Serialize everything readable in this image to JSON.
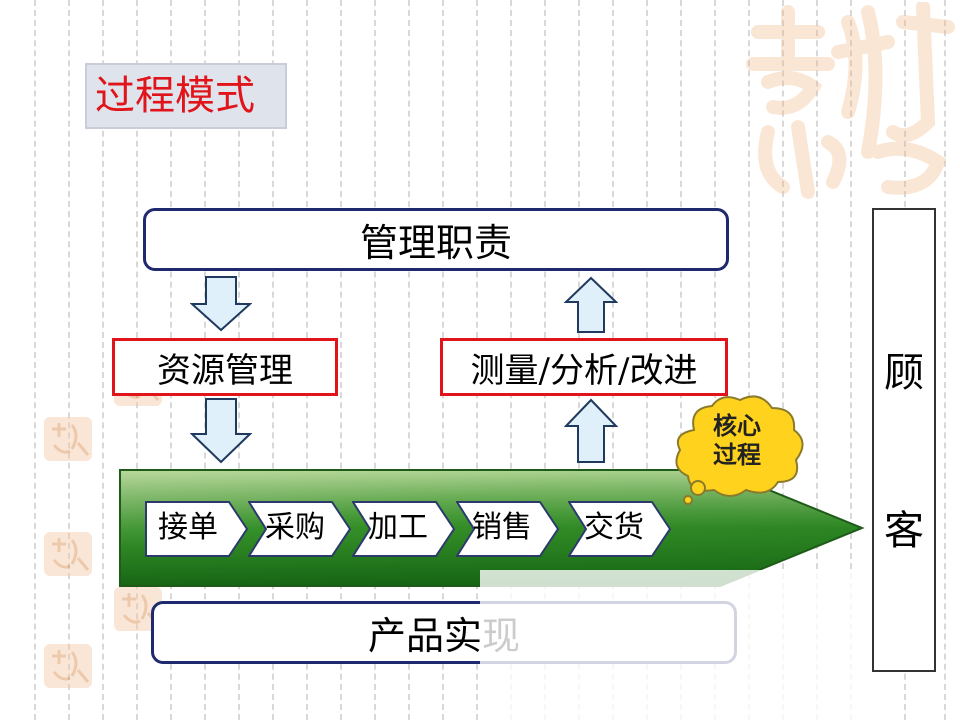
{
  "title": "过程模式",
  "top_box": "管理职责",
  "left_box": "资源管理",
  "right_box": "测量/分析/改进",
  "bottom_box": "产品实现",
  "process_steps": [
    "接单",
    "采购",
    "加工",
    "销售",
    "交货"
  ],
  "core_bubble": [
    "核心",
    "过程"
  ],
  "customer": [
    "顾",
    "客"
  ],
  "colors": {
    "title": "#e0141a",
    "box_border": "#1f2a6e",
    "red_border": "#e0141a",
    "arrow_fill": "#dff0fa",
    "green_dark": "#1f7a1a",
    "green_light": "#c8e0b0",
    "cloud": "#ffd21e",
    "watermark": "#f2b88a"
  }
}
